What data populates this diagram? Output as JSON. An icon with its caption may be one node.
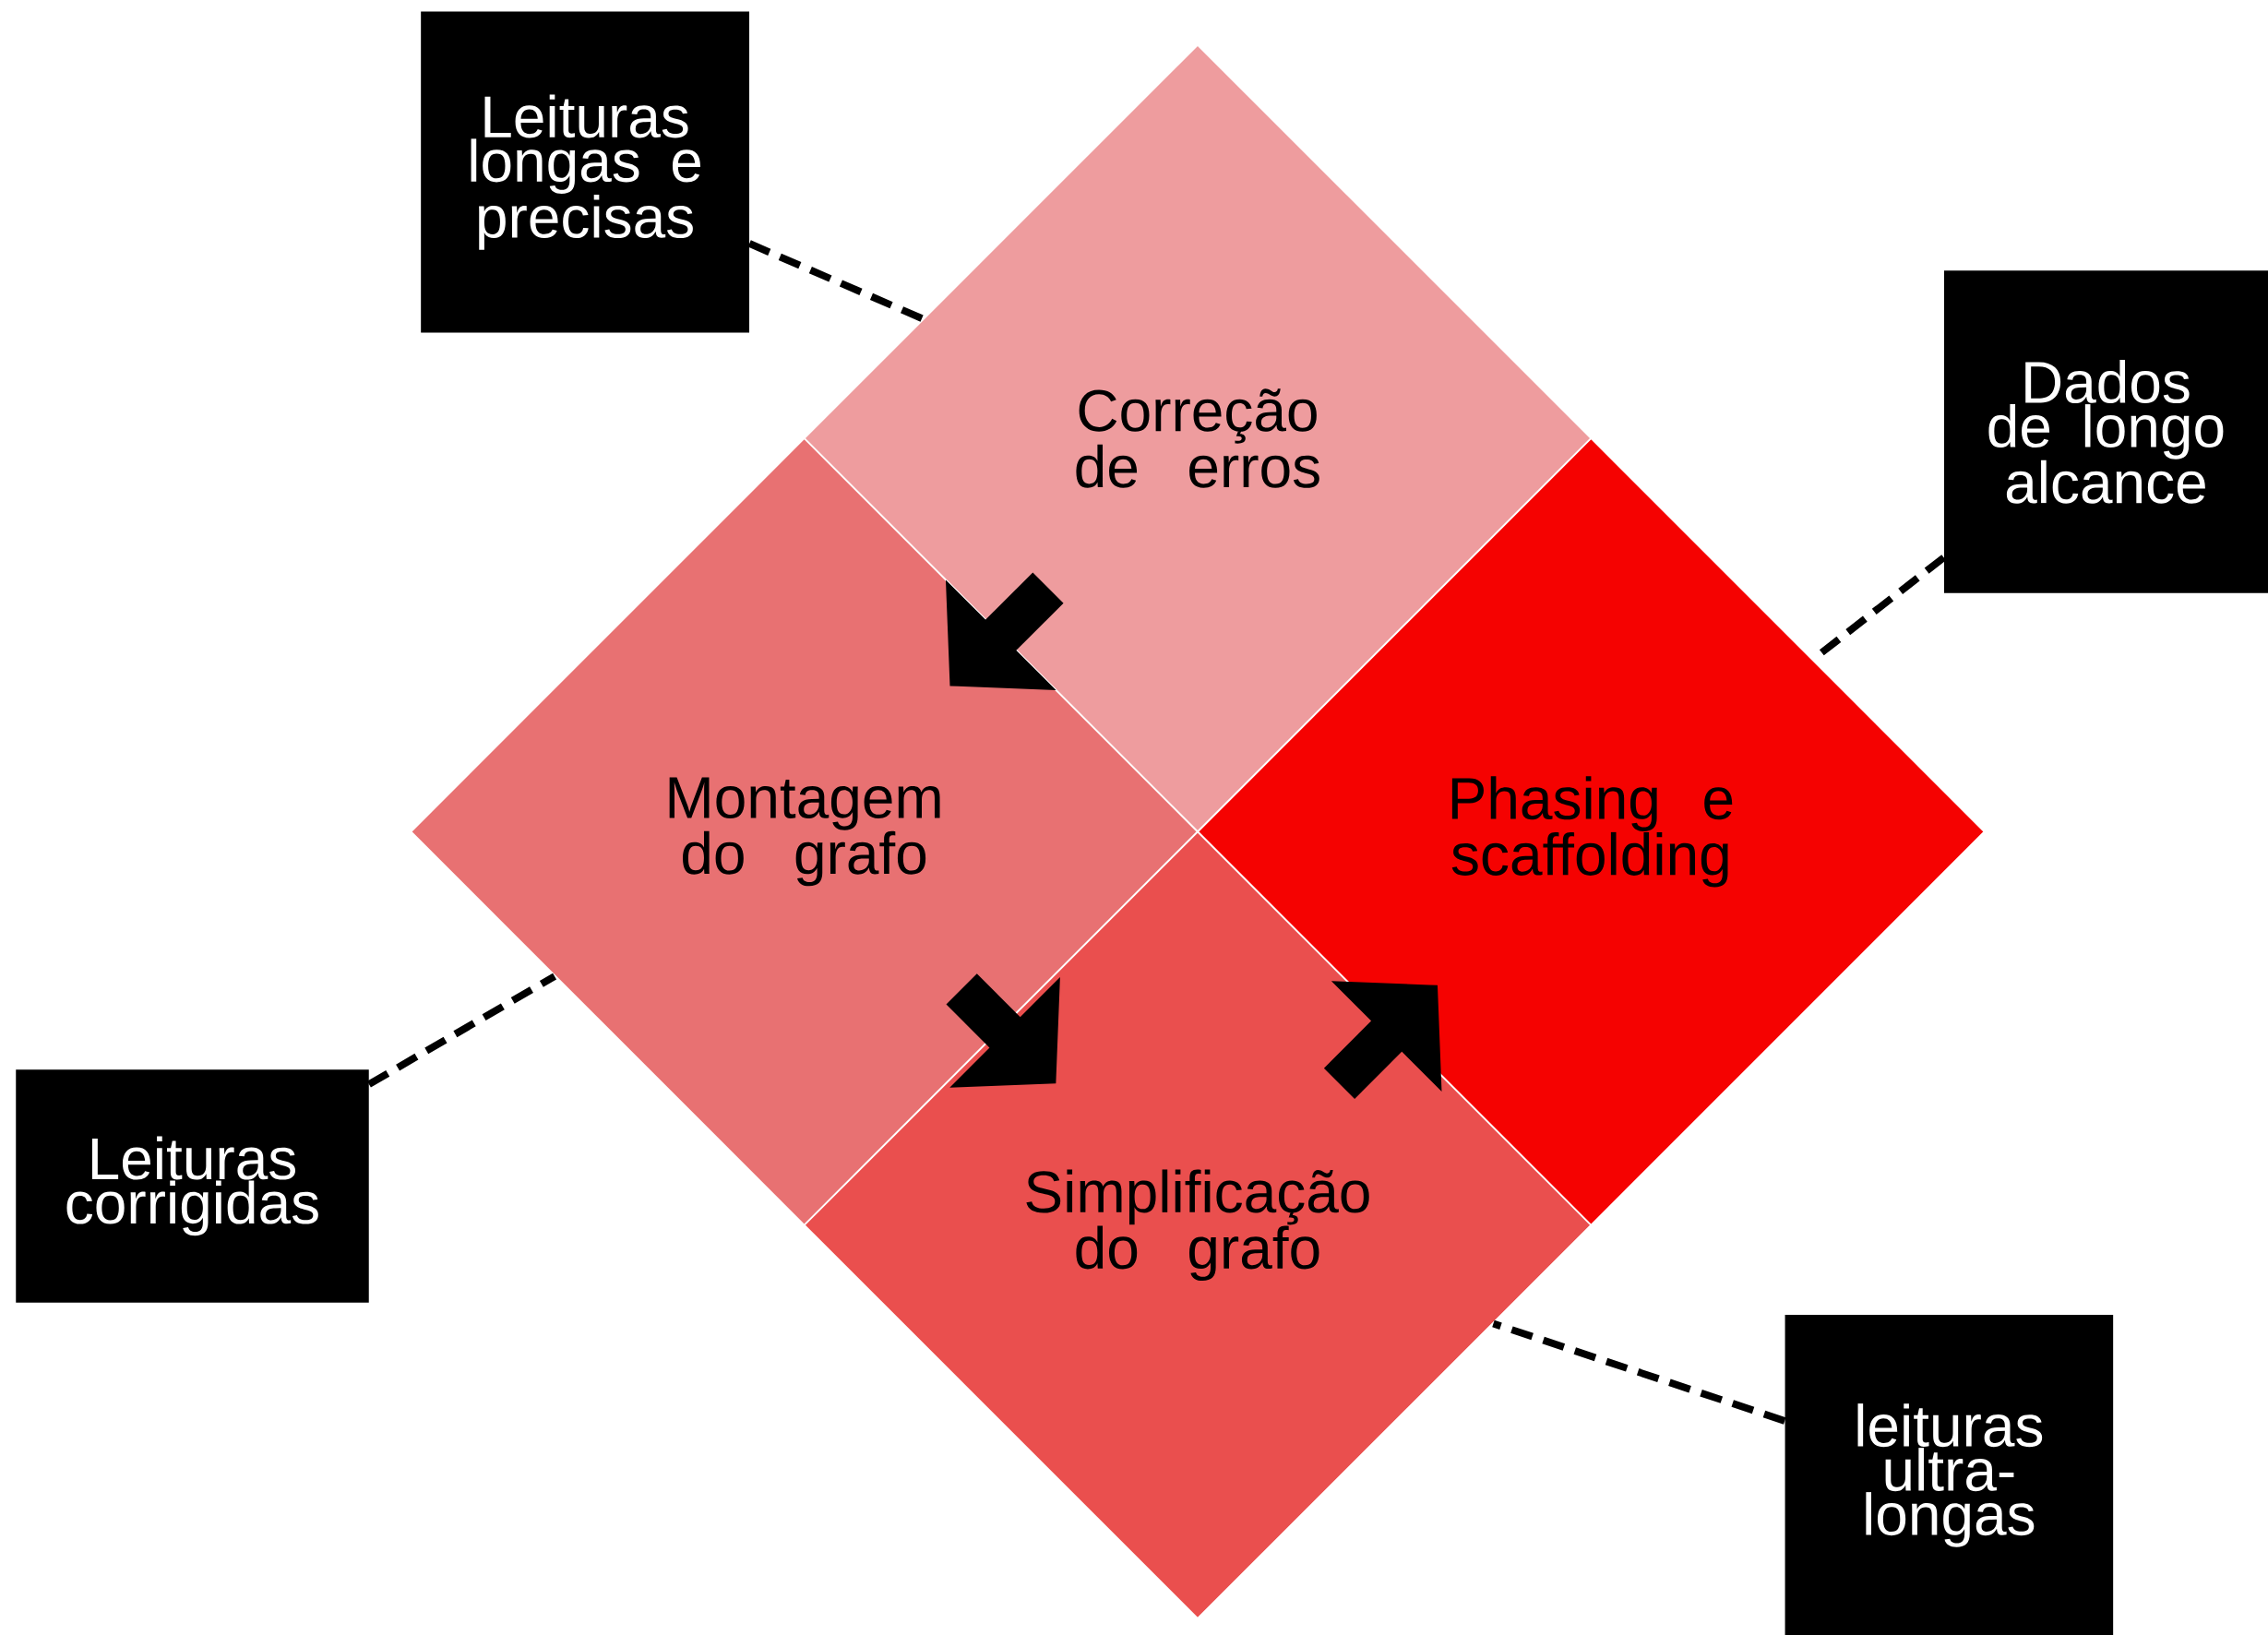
{
  "diagram": {
    "nodes": [
      {
        "text": [
          "Leituras longas e precisas"
        ]
      },
      {
        "text": [
          "Correção de erros"
        ]
      },
      {
        "text": [
          "Dados de longo alcance"
        ]
      },
      {
        "text": [
          "Montagem do grafo"
        ]
      },
      {
        "text": [
          "Phasing e scaffolding"
        ]
      },
      {
        "text": [
          "Leituras corrigidas"
        ]
      },
      {
        "text": [
          "Simplificação do grafo"
        ]
      },
      {
        "text": [
          "leituras ultra-longas"
        ]
      }
    ],
    "edges": [
      {
        "from": 0,
        "to": 1,
        "arrow": "none",
        "style": "dashed"
      },
      {
        "from": 2,
        "to": 4,
        "arrow": "none",
        "style": "dashed"
      },
      {
        "from": 5,
        "to": 3,
        "arrow": "none",
        "style": "dashed"
      },
      {
        "from": 7,
        "to": 6,
        "arrow": "none",
        "style": "dashed"
      },
      {
        "from": 1,
        "to": 3,
        "arrow": "to",
        "style": "thick"
      },
      {
        "from": 3,
        "to": 6,
        "arrow": "to",
        "style": "thick"
      },
      {
        "from": 6,
        "to": 4,
        "arrow": "to",
        "style": "thick"
      }
    ]
  }
}
